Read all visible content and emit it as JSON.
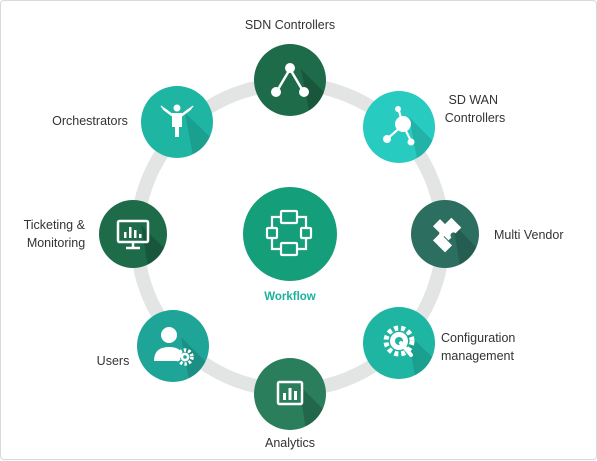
{
  "colors": {
    "ring": "#e3e5e5",
    "dark_green": "#1e6b49",
    "mid_green": "#2a7e5c",
    "teal": "#1fb5a3",
    "bright_teal": "#27cbc0",
    "slate_green": "#2c6e5f",
    "center": "#149e79",
    "center_text": "#1ab29b"
  },
  "center": {
    "label": "Workflow",
    "icon": "workflow-icon"
  },
  "nodes": [
    {
      "id": "sdn",
      "label": "SDN Controllers",
      "icon": "hierarchy-icon"
    },
    {
      "id": "sdwan",
      "label_lines": [
        "SD WAN",
        "Controllers"
      ],
      "icon": "network-nodes-icon"
    },
    {
      "id": "multivendor",
      "label": "Multi Vendor",
      "icon": "puzzle-icon"
    },
    {
      "id": "config",
      "label_lines": [
        "Configuration",
        "management"
      ],
      "icon": "gear-wrench-icon"
    },
    {
      "id": "analytics",
      "label": "Analytics",
      "icon": "bar-chart-icon"
    },
    {
      "id": "users",
      "label": "Users",
      "icon": "user-gear-icon"
    },
    {
      "id": "ticketing",
      "label_lines": [
        "Ticketing &",
        "Monitoring"
      ],
      "icon": "monitor-chart-icon"
    },
    {
      "id": "orchestrators",
      "label": "Orchestrators",
      "icon": "conductor-icon"
    }
  ]
}
